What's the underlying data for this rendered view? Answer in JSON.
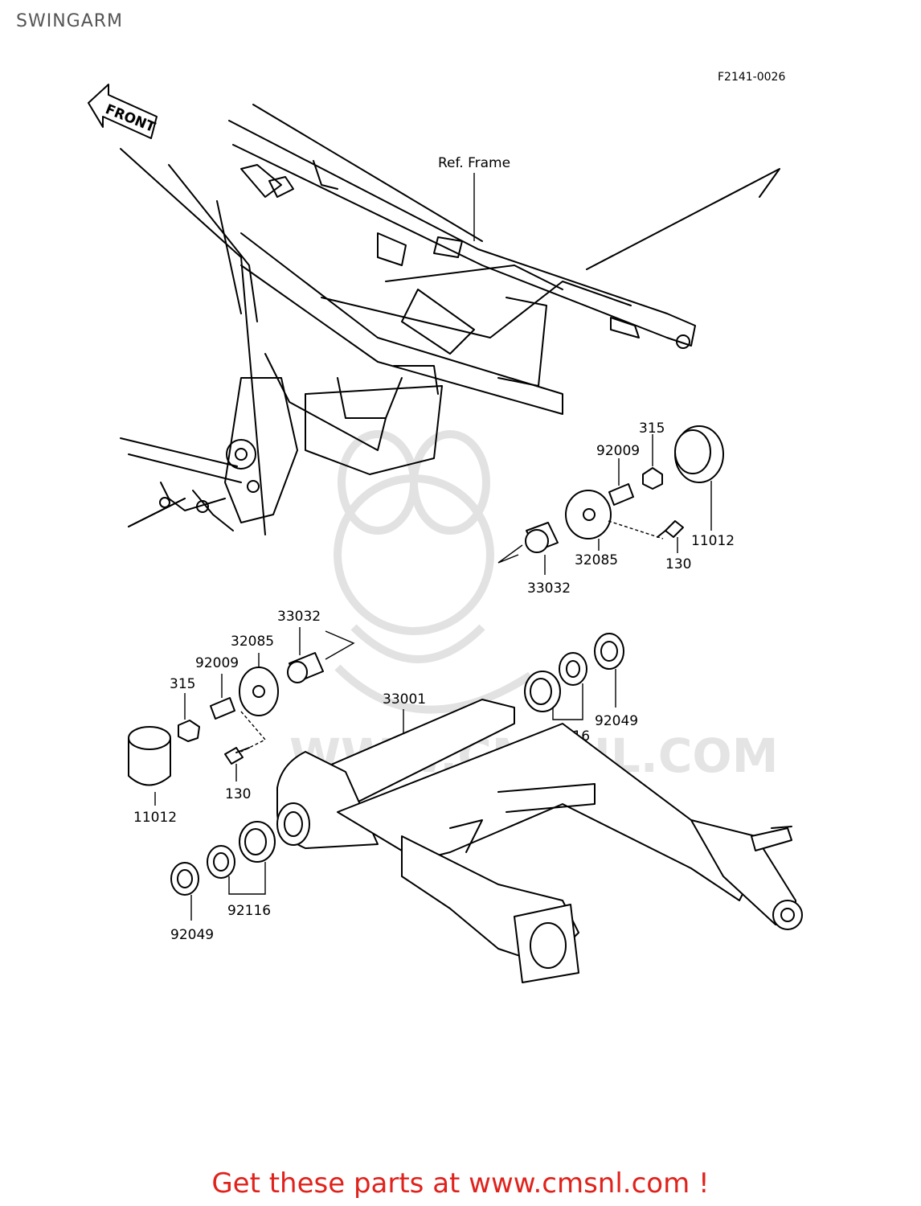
{
  "title": "SWINGARM",
  "diagram_code": "F2141-0026",
  "front_arrow_text": "FRONT",
  "ref_frame_label": "Ref. Frame",
  "upper_parts": {
    "p315": "315",
    "p92009": "92009",
    "p11012": "11012",
    "p32085": "32085",
    "p130": "130",
    "p33032": "33032"
  },
  "lower_parts": {
    "p33032": "33032",
    "p32085": "32085",
    "p92009": "92009",
    "p315": "315",
    "p130": "130",
    "p11012": "11012",
    "p33001": "33001",
    "p92116_left": "92116",
    "p92049_left": "92049",
    "p92116_right": "92116",
    "p92049_right": "92049"
  },
  "watermark": "WWW.CMSNL.COM",
  "footer_cta": "Get these parts at www.cmsnl.com !"
}
